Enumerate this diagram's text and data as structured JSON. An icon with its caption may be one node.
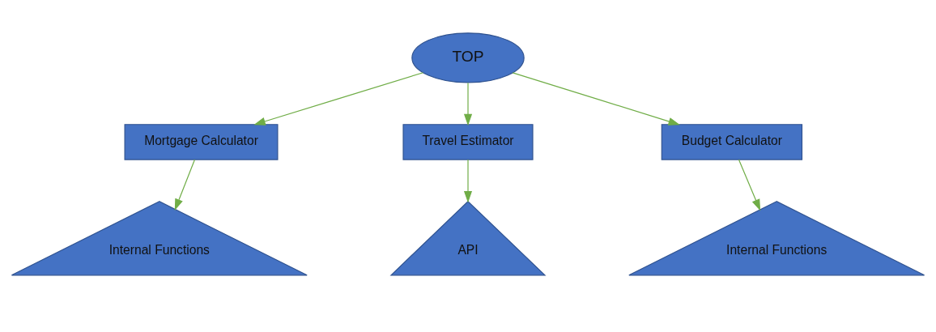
{
  "diagram": {
    "nodes": [
      {
        "text": [
          "TOP"
        ]
      },
      {
        "text": [
          "Mortgage Calculator"
        ]
      },
      {
        "text": [
          "Travel Estimator"
        ]
      },
      {
        "text": [
          "Budget Calculator"
        ]
      },
      {
        "text": [
          "Internal Functions"
        ]
      },
      {
        "text": [
          "API"
        ]
      },
      {
        "text": [
          "Internal Functions"
        ]
      }
    ],
    "edges": [
      {
        "from": 0,
        "to": 1,
        "arrow": "to"
      },
      {
        "from": 0,
        "to": 2,
        "arrow": "to"
      },
      {
        "from": 0,
        "to": 3,
        "arrow": "to"
      },
      {
        "from": 1,
        "to": 4,
        "arrow": "to"
      },
      {
        "from": 2,
        "to": 5,
        "arrow": "to"
      },
      {
        "from": 3,
        "to": 6,
        "arrow": "to"
      }
    ]
  }
}
